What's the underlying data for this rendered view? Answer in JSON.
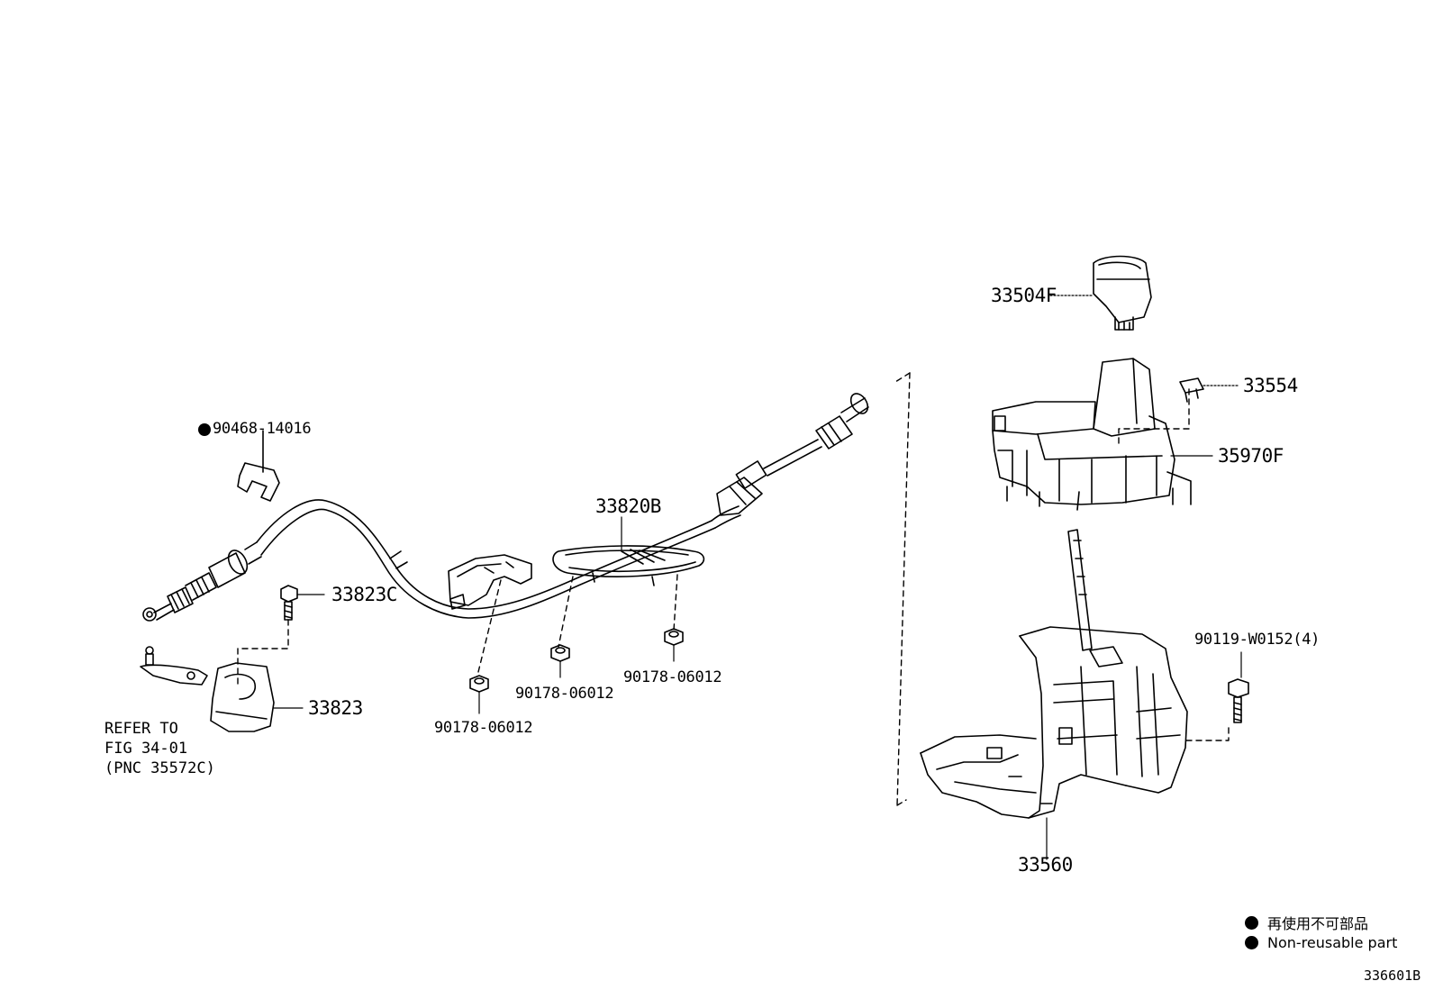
{
  "diagram_id": "336601B",
  "parts": {
    "p33504F": "33504F",
    "p33554": "33554",
    "p35970F": "35970F",
    "p33820B": "33820B",
    "p33823C": "33823C",
    "p33823": "33823",
    "p90468": "90468-14016",
    "p90178a": "90178-06012",
    "p90178b": "90178-06012",
    "p90178c": "90178-06012",
    "p90119": "90119-W0152(4)",
    "p33560": "33560"
  },
  "reference_note": {
    "line1": "REFER TO",
    "line2": "FIG 34-01",
    "line3": "(PNC 35572C)"
  },
  "legend": {
    "jp": "再使用不可部品",
    "en": "Non-reusable part"
  },
  "non_reusable_parts": [
    "90468-14016"
  ]
}
